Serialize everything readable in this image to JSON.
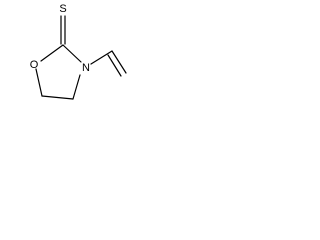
{
  "molecule": {
    "atoms": {
      "sulfur": "S",
      "oxygen": "O",
      "nitrogen": "N"
    }
  }
}
